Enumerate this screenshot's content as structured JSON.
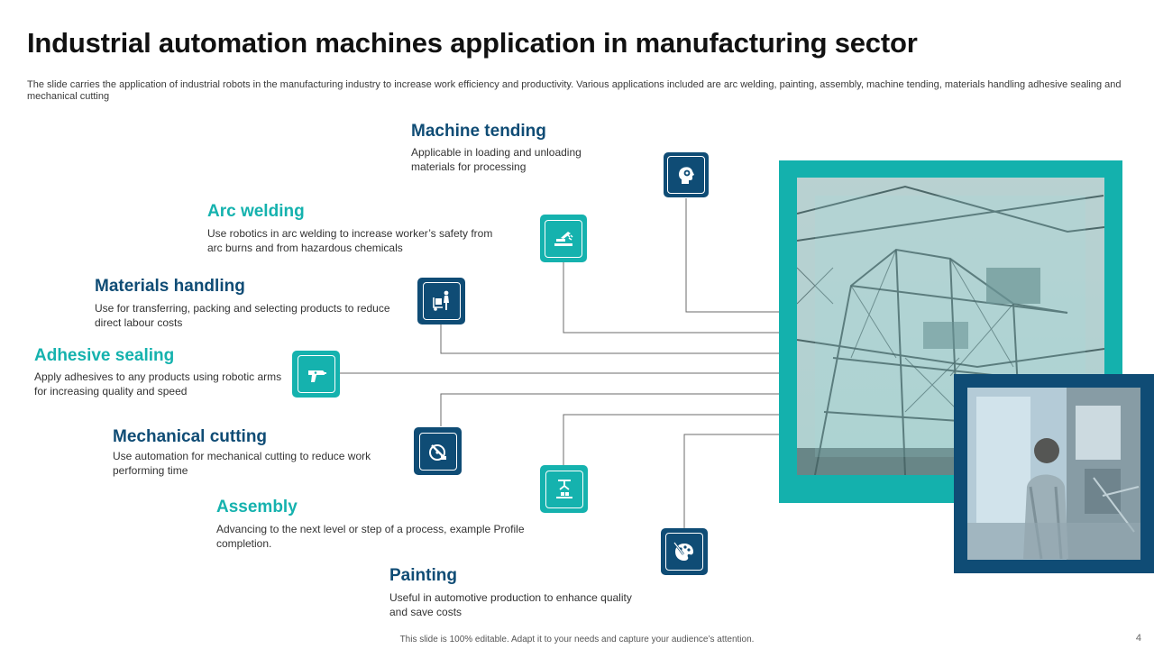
{
  "title": "Industrial automation machines application in manufacturing sector",
  "subtitle": "The slide carries the application of industrial robots in the manufacturing industry to increase work efficiency and productivity. Various applications included are arc welding, painting, assembly, machine tending, materials handling adhesive sealing and mechanical cutting",
  "items": [
    {
      "title": "Machine tending",
      "desc": "Applicable in loading and unloading materials for processing",
      "icon": "robot-head-gear-icon",
      "color": "#0f4c75"
    },
    {
      "title": "Arc welding",
      "desc": "Use robotics in arc welding to increase worker’s safety from arc burns and from hazardous chemicals",
      "icon": "welding-torch-icon",
      "color": "#15b2ae"
    },
    {
      "title": "Materials handling",
      "desc": "Use for transferring,  packing and selecting products to reduce direct labour costs",
      "icon": "hand-truck-worker-icon",
      "color": "#0f4c75"
    },
    {
      "title": "Adhesive sealing",
      "desc": "Apply adhesives to any products using robotic arms for increasing quality and speed",
      "icon": "glue-gun-icon",
      "color": "#15b2ae"
    },
    {
      "title": "Mechanical cutting",
      "desc": "Use automation for mechanical cutting to reduce work performing time",
      "icon": "circular-saw-icon",
      "color": "#0f4c75"
    },
    {
      "title": "Assembly",
      "desc": "Advancing to the next level or step of a process, example Profile completion.",
      "icon": "robotic-arm-assembly-icon",
      "color": "#15b2ae"
    },
    {
      "title": "Painting",
      "desc": "Useful in automotive  production to enhance quality and save costs",
      "icon": "paint-palette-brush-icon",
      "color": "#0f4c75"
    }
  ],
  "images": {
    "main_photo": "industrial-crane-structure-photo",
    "inset_photo": "worker-operating-machine-photo"
  },
  "footer": "This slide is 100% editable.  Adapt it to your needs and capture your audience’s attention.",
  "page_number": "4"
}
